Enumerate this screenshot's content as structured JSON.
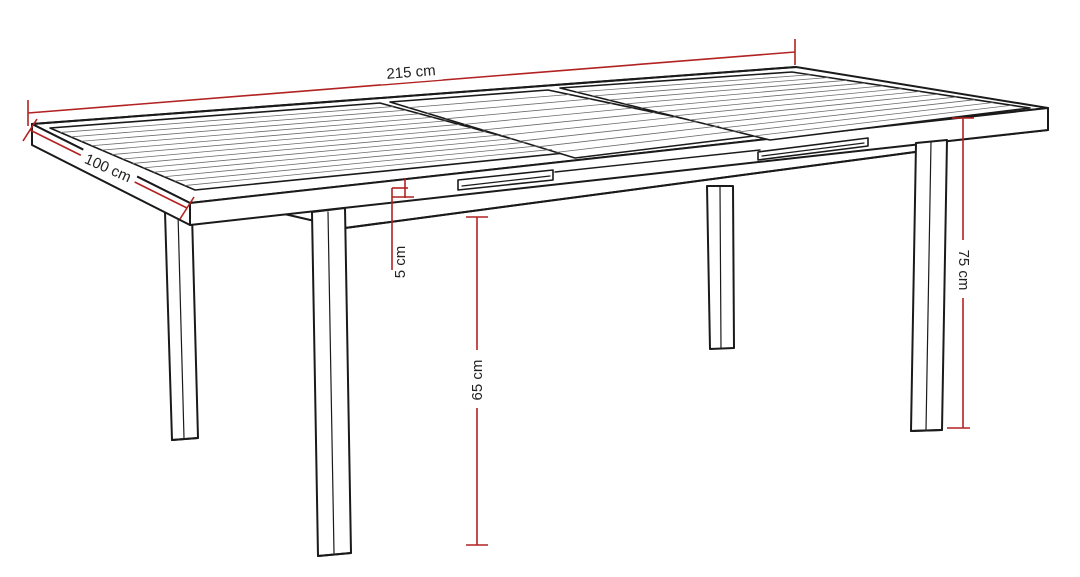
{
  "dimensions": {
    "length": "215 cm",
    "depth": "100 cm",
    "frame": "5 cm",
    "clearance": "65 cm",
    "height": "75 cm"
  },
  "colors": {
    "line": "#1a1a1a",
    "dimension": "#b22222",
    "background": "#ffffff"
  }
}
